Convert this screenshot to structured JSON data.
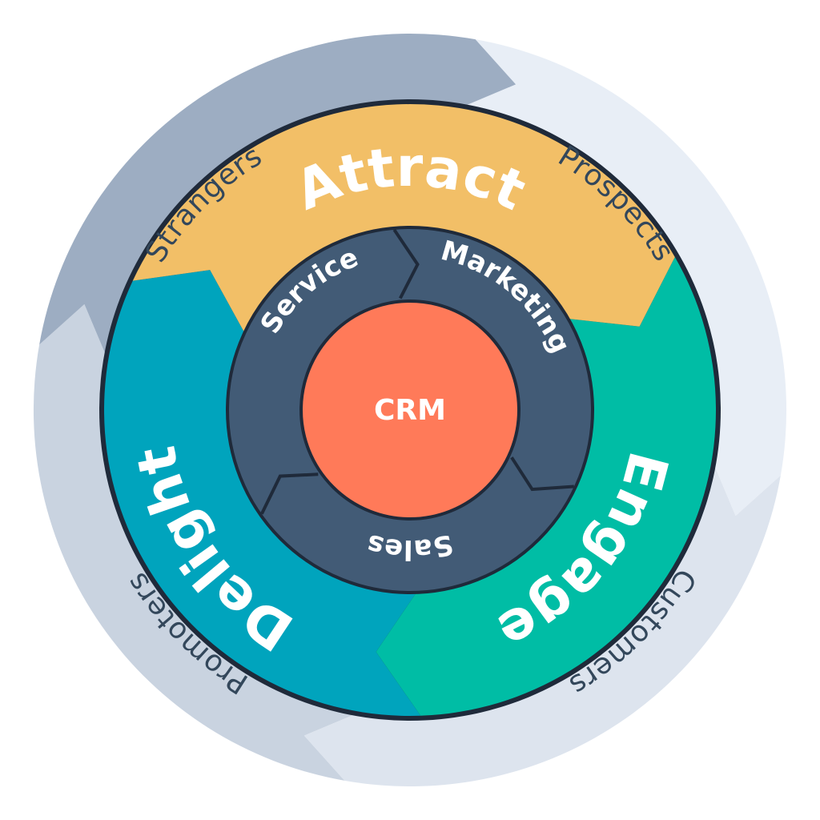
{
  "outer_ring": {
    "labels": {
      "strangers": "Strangers",
      "prospects": "Prospects",
      "customers": "Customers",
      "promoters": "Promoters"
    },
    "colors": {
      "strangers": "#9dadc2",
      "prospects": "#e8eef6",
      "customers": "#dde4ee",
      "promoters": "#c9d3e0",
      "text": "#33475b"
    }
  },
  "stages": {
    "attract": {
      "label": "Attract",
      "color": "#f2bf67"
    },
    "engage": {
      "label": "Engage",
      "color": "#00bda5"
    },
    "delight": {
      "label": "Delight",
      "color": "#00a4bd"
    },
    "text_color": "#ffffff"
  },
  "teams": {
    "marketing": "Marketing",
    "sales": "Sales",
    "service": "Service",
    "color": "#425b76",
    "text_color": "#ffffff"
  },
  "core": {
    "label": "CRM",
    "color": "#ff7a59",
    "text_color": "#ffffff"
  },
  "outline_color": "#1f2a3a"
}
